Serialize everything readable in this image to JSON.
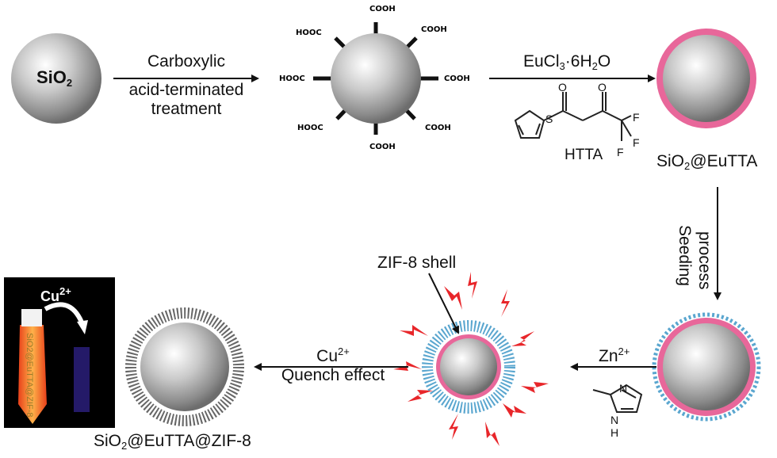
{
  "sio2_label": {
    "main": "SiO",
    "sub": "2"
  },
  "step1": {
    "line1": "Carboxylic",
    "line2": "acid-terminated",
    "line3": "treatment"
  },
  "cooh_groups": [
    "HOOC",
    "COOH",
    "COOH",
    "HOOC",
    "COOH",
    "HOOC",
    "COOH",
    "COOH"
  ],
  "step2": {
    "reagent_pre": "EuCl",
    "reagent_sub": "3",
    "reagent_post": "·6H",
    "reagent_sub2": "2",
    "reagent_end": "O",
    "ligand": "HTTA",
    "ligand_atoms": [
      "O",
      "O",
      "F",
      "F",
      "F",
      "S"
    ]
  },
  "product1": {
    "pre": "SiO",
    "sub": "2",
    "post": "@EuTTA"
  },
  "step3": {
    "line1": "Seeding",
    "line2": "process"
  },
  "step4": {
    "ion": "Zn",
    "charge": "2+",
    "atoms": [
      "N",
      "N",
      "H"
    ]
  },
  "shell_label": "ZIF-8 shell",
  "step5": {
    "ion": "Cu",
    "charge": "2+",
    "line2": "Quench effect"
  },
  "product2": {
    "pre": "SiO",
    "sub": "2",
    "post": "@EuTTA@ZIF-8"
  },
  "photo": {
    "ion": "Cu",
    "charge": "2+",
    "vial_text": "SiO2@EuTTA@ZIF-8"
  },
  "colors": {
    "sphere": "#b8b8b8",
    "shell_pink": "#e8679a",
    "zif_blue": "#5aa6cf",
    "spark_red": "#e8262a",
    "arrow": "#111111"
  }
}
